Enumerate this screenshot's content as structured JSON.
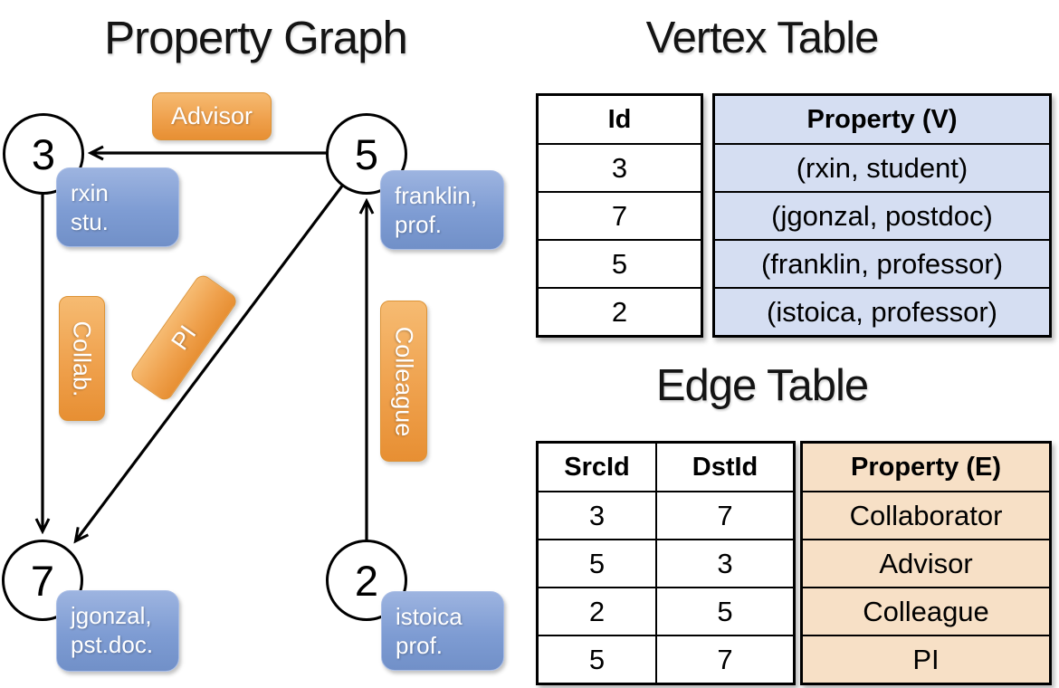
{
  "graph": {
    "title": "Property Graph",
    "nodes": [
      {
        "id": "3",
        "property_lines": [
          "rxin",
          "stu."
        ]
      },
      {
        "id": "5",
        "property_lines": [
          "franklin,",
          "prof."
        ]
      },
      {
        "id": "7",
        "property_lines": [
          "jgonzal,",
          "pst.doc."
        ]
      },
      {
        "id": "2",
        "property_lines": [
          "istoica",
          "prof."
        ]
      }
    ],
    "edge_labels": {
      "advisor": "Advisor",
      "collab": "Collab.",
      "pi": "PI",
      "colleague": "Colleague"
    }
  },
  "vertex_table": {
    "title": "Vertex Table",
    "columns": {
      "id": "Id",
      "property": "Property (V)"
    },
    "rows": [
      {
        "id": "3",
        "property": "(rxin, student)"
      },
      {
        "id": "7",
        "property": "(jgonzal, postdoc)"
      },
      {
        "id": "5",
        "property": "(franklin, professor)"
      },
      {
        "id": "2",
        "property": "(istoica, professor)"
      }
    ]
  },
  "edge_table": {
    "title": "Edge Table",
    "columns": {
      "src": "SrcId",
      "dst": "DstId",
      "property": "Property (E)"
    },
    "rows": [
      {
        "src": "3",
        "dst": "7",
        "property": "Collaborator"
      },
      {
        "src": "5",
        "dst": "3",
        "property": "Advisor"
      },
      {
        "src": "2",
        "dst": "5",
        "property": "Colleague"
      },
      {
        "src": "5",
        "dst": "7",
        "property": "PI"
      }
    ]
  },
  "colors": {
    "edge_label_fill": "#EFA14D",
    "vertex_property_fill": "#7E9CD3",
    "vertex_table_property_bg": "#D5DEF2",
    "edge_table_property_bg": "#F7E0C6",
    "line_color": "#000000"
  }
}
